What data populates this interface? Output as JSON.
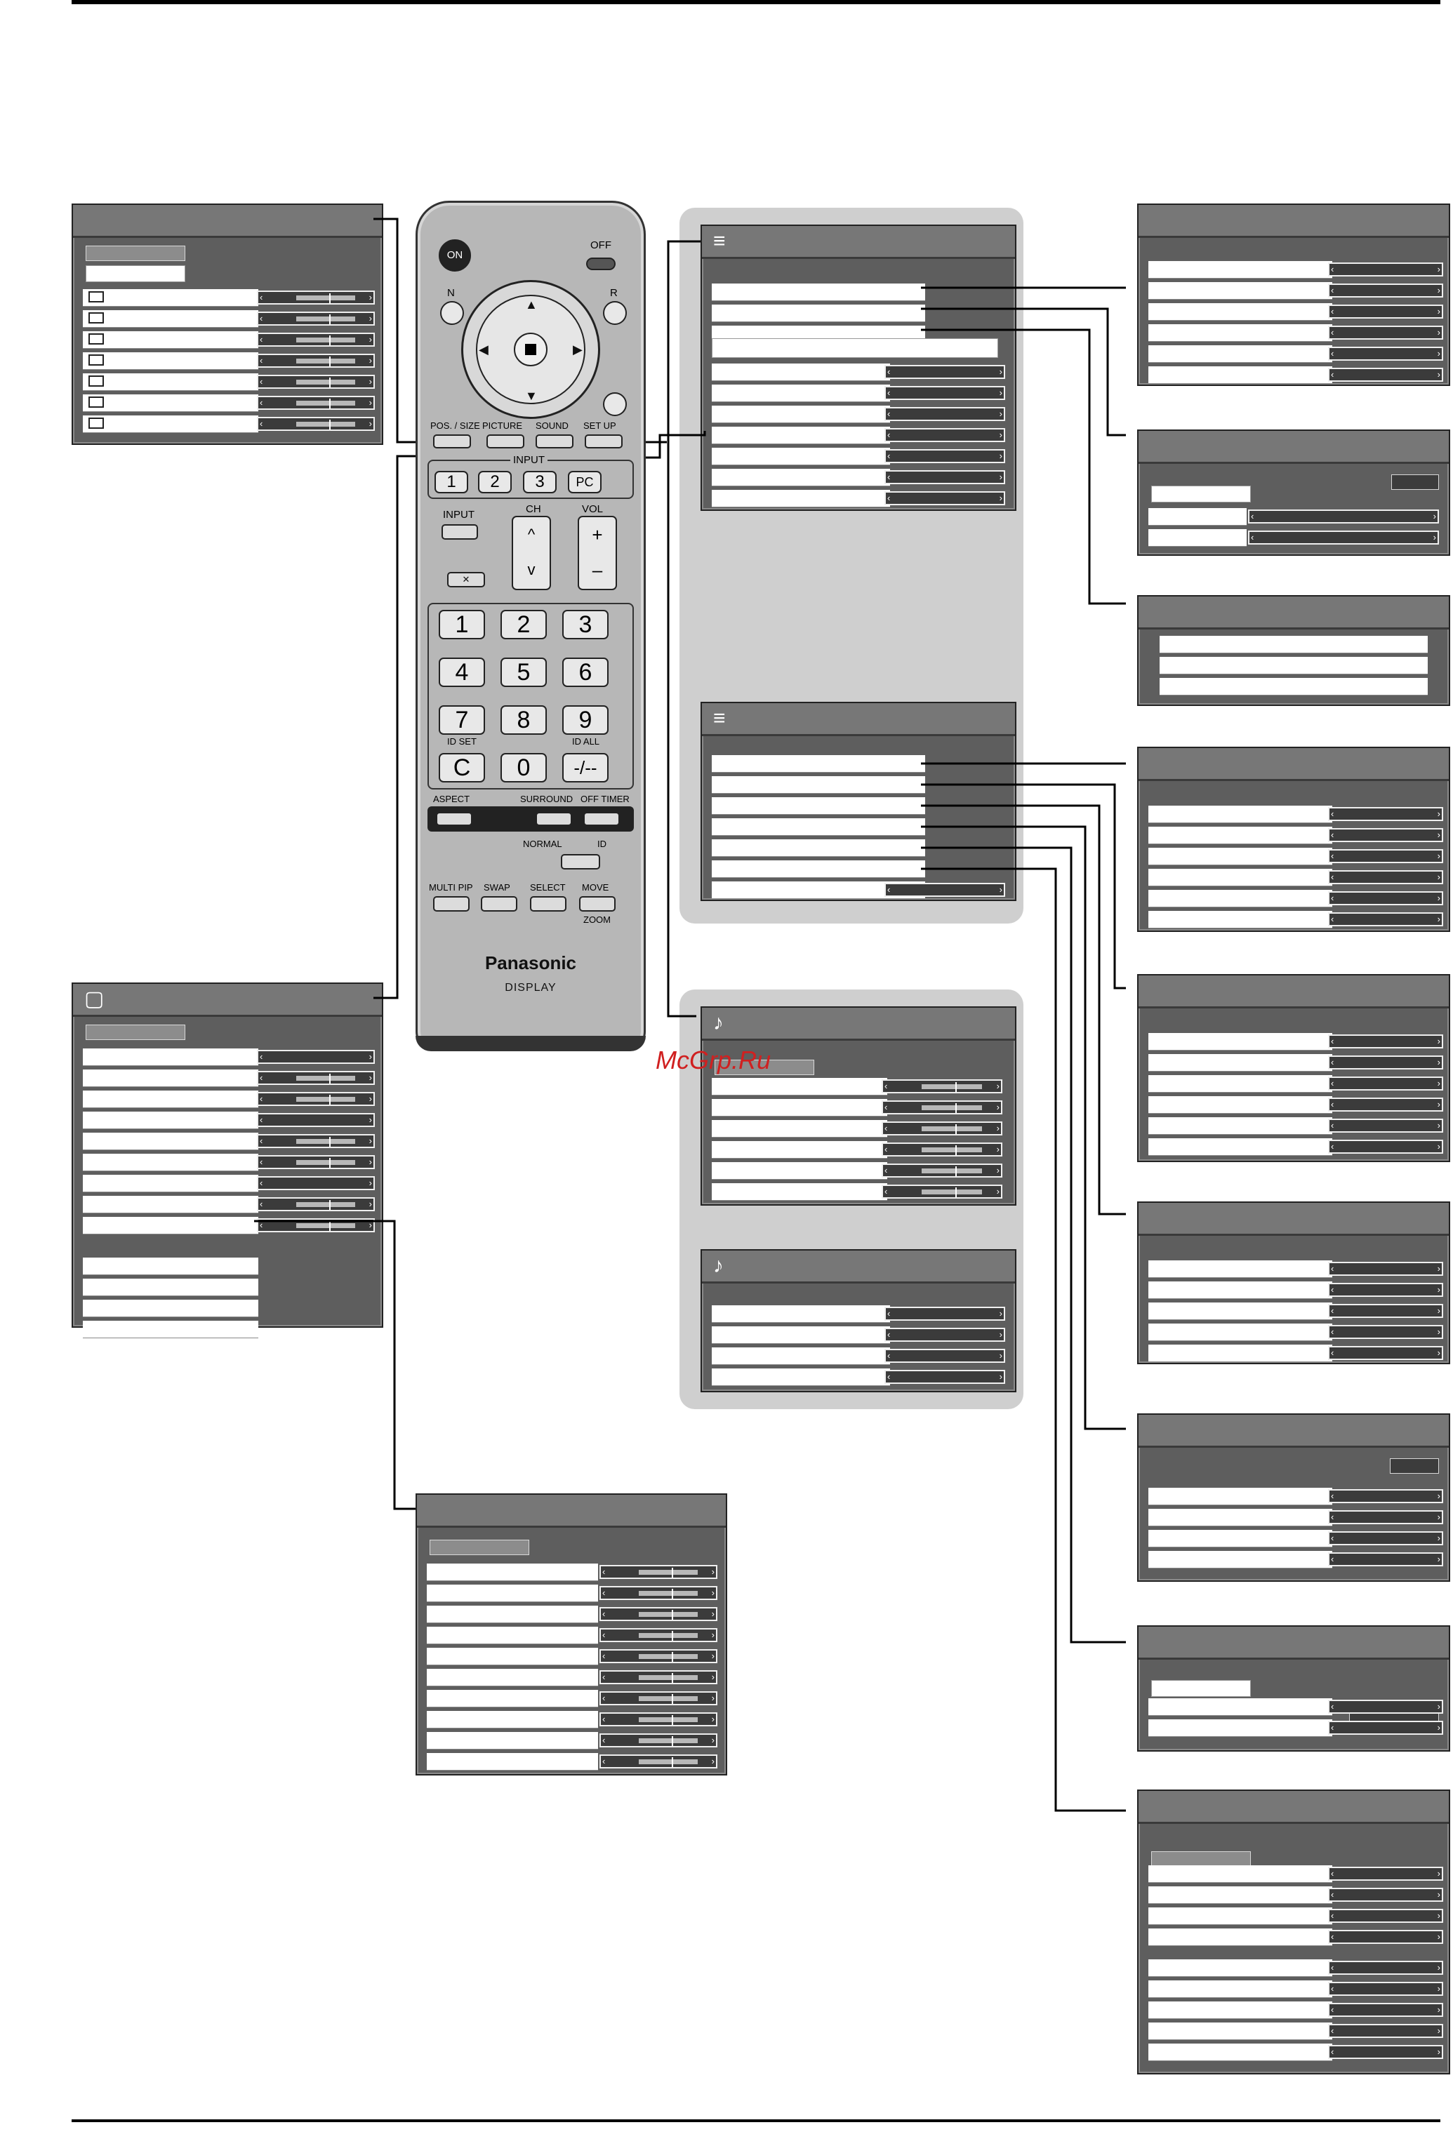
{
  "remote": {
    "on_label": "ON",
    "off_label": "OFF",
    "n_label": "N",
    "r_label": "R",
    "pos_size_label": "POS. / SIZE",
    "picture_label": "PICTURE",
    "sound_label": "SOUND",
    "setup_label": "SET UP",
    "input_group_label": "INPUT",
    "input_1": "1",
    "input_2": "2",
    "input_3": "3",
    "input_pc": "PC",
    "input_label": "INPUT",
    "ch_label": "CH",
    "vol_label": "VOL",
    "vol_plus": "+",
    "vol_minus": "–",
    "ch_up": "^",
    "ch_down": "v",
    "mute_glyph": "✕",
    "keys": [
      "1",
      "2",
      "3",
      "4",
      "5",
      "6",
      "7",
      "8",
      "9",
      "C",
      "0",
      "-/--"
    ],
    "id_set_label": "ID SET",
    "id_all_label": "ID ALL",
    "aspect_label": "ASPECT",
    "surround_label": "SURROUND",
    "off_timer_label": "OFF TIMER",
    "normal_label": "NORMAL",
    "id_label": "ID",
    "multi_pip_label": "MULTI PIP",
    "swap_label": "SWAP",
    "select_label": "SELECT",
    "move_label": "MOVE",
    "zoom_label": "ZOOM",
    "brand": "Panasonic",
    "model_label": "DISPLAY"
  },
  "watermark": "McGrp.Ru",
  "colors": {
    "osd_bg": "#5e5e5e",
    "osd_title": "#777777",
    "group_bg": "#cfcfcf",
    "watermark": "#d02020"
  },
  "icons": {
    "setup": "list-icon",
    "sound": "note-icon",
    "picture": "screen-icon"
  }
}
